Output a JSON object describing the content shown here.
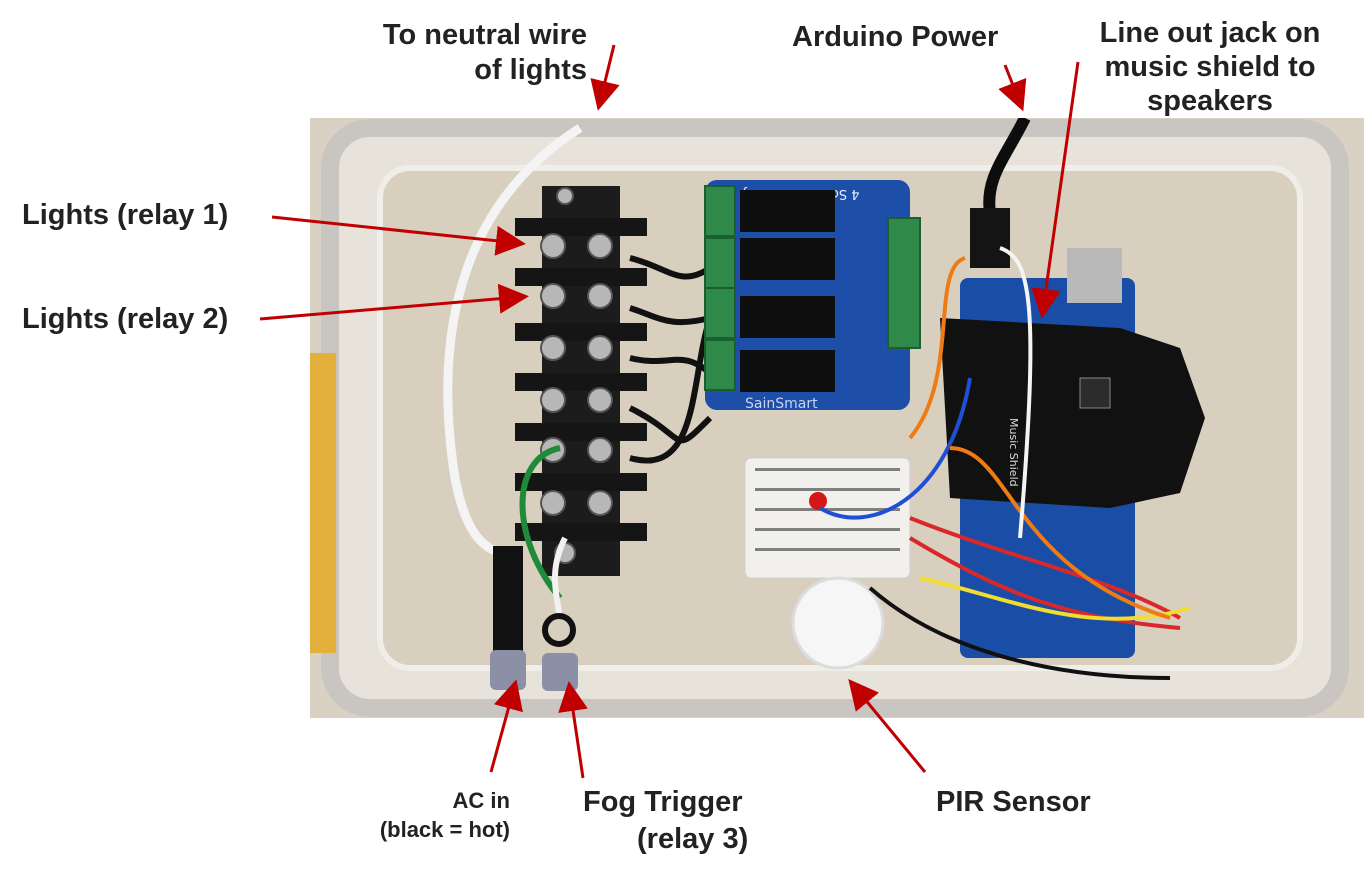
{
  "labels": {
    "neutral_wire": "To neutral wire of lights",
    "arduino_power": "Arduino Power",
    "line_out": "Line out jack on music shield to speakers",
    "lights_relay1": "Lights (relay 1)",
    "lights_relay2": "Lights (relay 2)",
    "ac_in": "AC in",
    "ac_in_note": "(black = hot)",
    "fog_trigger": "Fog Trigger",
    "fog_trigger_note": "(relay 3)",
    "pir_sensor": "PIR Sensor"
  },
  "board_text": {
    "relay_board_title": "4 Solid State relay",
    "relay_board_brand": "SainSmart",
    "shield_name": "Music Shield"
  },
  "colors": {
    "arrow": "#c00000",
    "label_text": "#222222"
  }
}
